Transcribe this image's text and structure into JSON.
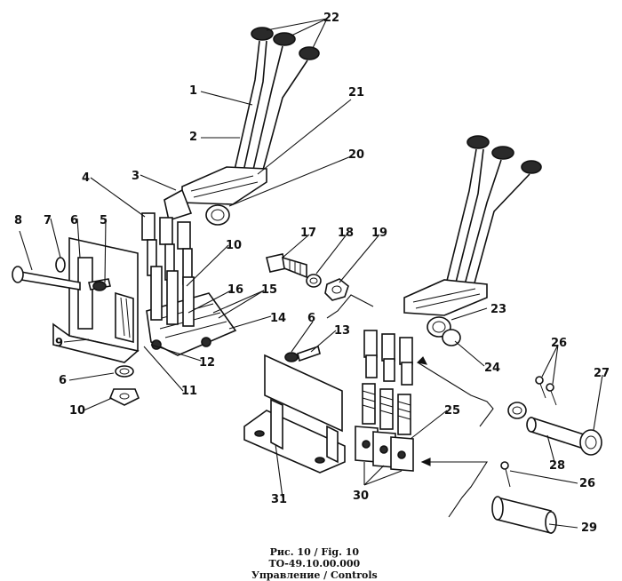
{
  "caption": {
    "figure": "Рис. 10 / Fig. 10",
    "code": "ТО-49.10.00.000",
    "title": "Управление / Controls"
  },
  "callouts": [
    "1",
    "2",
    "3",
    "4",
    "5",
    "6",
    "7",
    "8",
    "9",
    "10",
    "11",
    "12",
    "13",
    "14",
    "15",
    "16",
    "17",
    "18",
    "19",
    "20",
    "21",
    "22",
    "23",
    "24",
    "25",
    "26",
    "27",
    "28",
    "29",
    "30",
    "31"
  ]
}
